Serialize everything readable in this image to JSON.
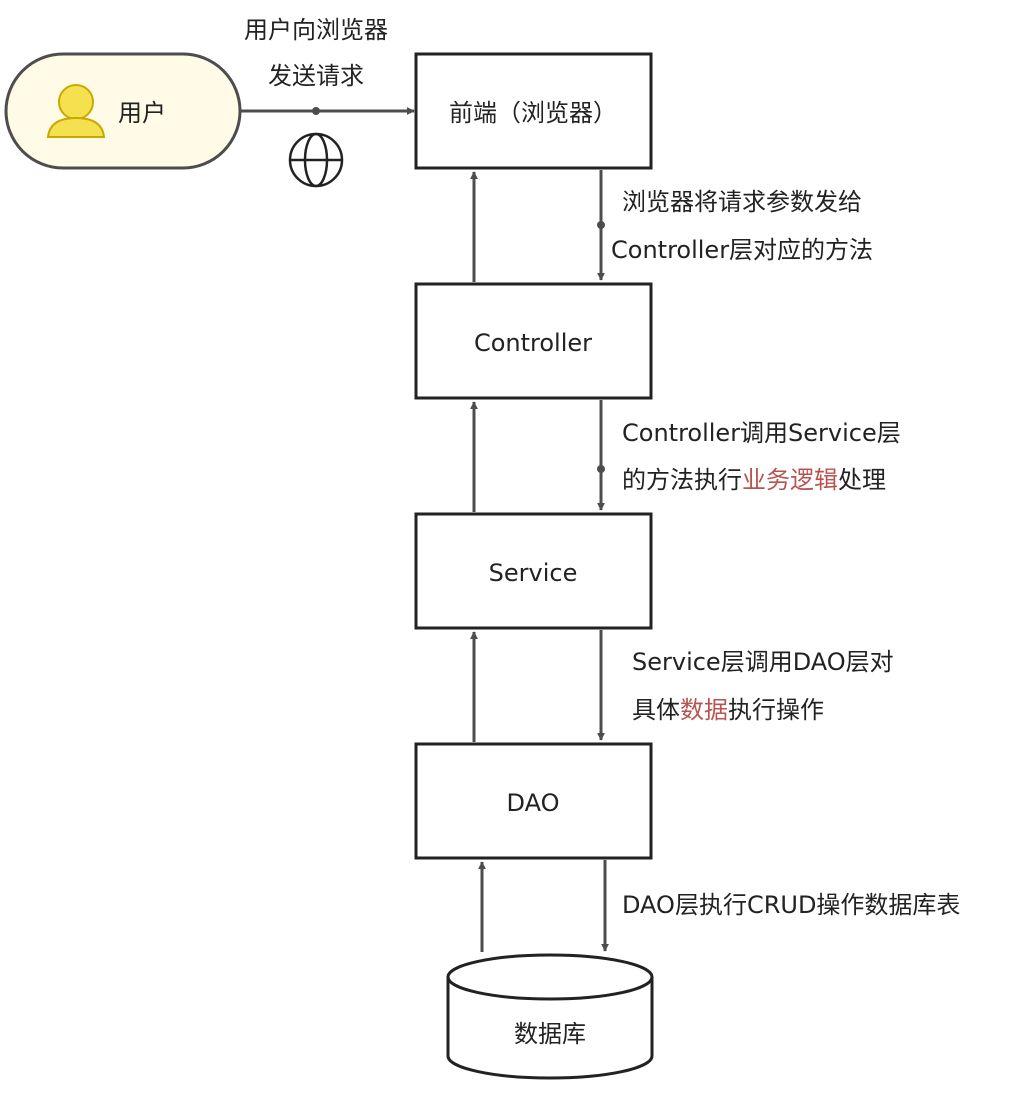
{
  "colors": {
    "stroke": "#4d4d4d",
    "text": "#222222",
    "highlight": "#b85450",
    "user_fill": "#fffbe6",
    "avatar_fill": "#f5e050"
  },
  "icons": {
    "user": "user-icon",
    "web": "globe-icon"
  },
  "nodes": {
    "user": "用户",
    "frontend": "前端（浏览器）",
    "controller": "Controller",
    "service": "Service",
    "dao": "DAO",
    "database": "数据库"
  },
  "edges": {
    "user_to_frontend": {
      "line1": "用户向浏览器",
      "line2": "发送请求"
    },
    "frontend_to_controller": {
      "line1": "浏览器将请求参数发给",
      "line2": "Controller层对应的方法"
    },
    "controller_to_service": {
      "line1": "Controller调用Service层",
      "line2_a": "的方法执行",
      "line2_hl": "业务逻辑",
      "line2_b": "处理"
    },
    "service_to_dao": {
      "line1": "Service层调用DAO层对",
      "line2_a": "具体",
      "line2_hl": "数据",
      "line2_b": "执行操作"
    },
    "dao_to_database": {
      "line1": "DAO层执行CRUD操作数据库表"
    }
  }
}
